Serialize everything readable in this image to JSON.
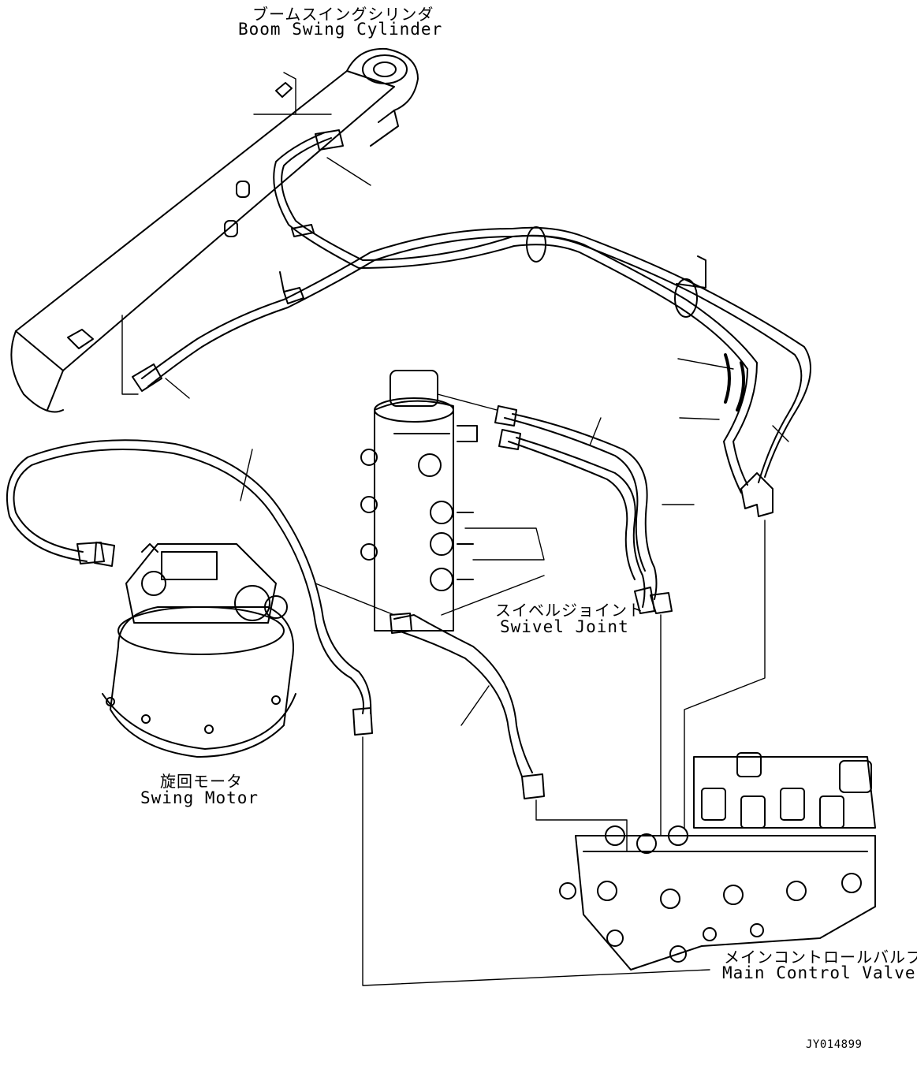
{
  "labels": {
    "boom_swing_cylinder": {
      "jp": "ブームスイングシリンダ",
      "en": "Boom Swing Cylinder"
    },
    "swivel_joint": {
      "jp": "スイベルジョイント",
      "en": "Swivel Joint"
    },
    "swing_motor": {
      "jp": "旋回モータ",
      "en": "Swing Motor"
    },
    "main_control_valve": {
      "jp": "メインコントロールバルブ",
      "en": "Main Control Valve"
    }
  },
  "drawing_code": "JY014899",
  "colors": {
    "line": "#000000",
    "background": "#ffffff"
  }
}
